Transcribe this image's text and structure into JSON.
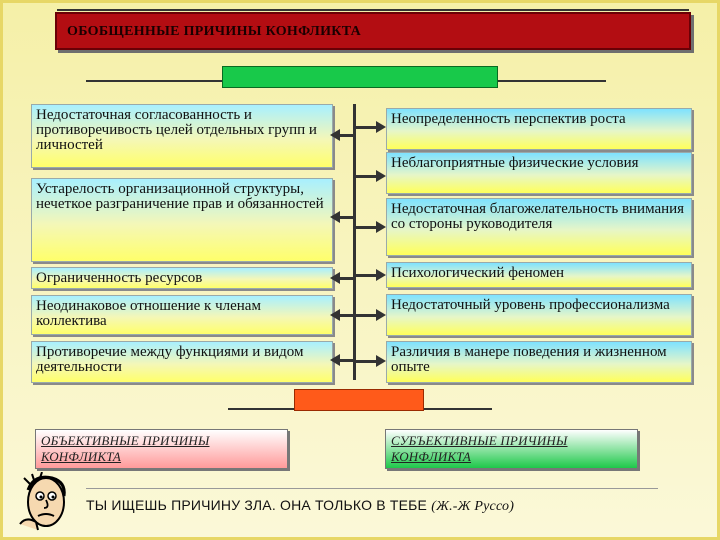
{
  "title": "ОБОБЩЕННЫЕ ПРИЧИНЫ КОНФЛИКТА",
  "left_boxes": [
    "Недостаточная согласованность и противоречивость целей отдельных групп и личностей",
    "Устарелость организационной структуры, нечеткое разграничение прав и обязанностей",
    "Ограниченность ресурсов",
    "Неодинаковое отношение к членам коллектива",
    "Противоречие между функциями и видом деятельности"
  ],
  "right_boxes": [
    "Неопределенность перспектив роста",
    "Неблагоприятные физические условия",
    "Недостаточная благожелательность внимания со стороны руководителя",
    "Психологический феномен",
    "Недостаточный уровень профессионализма",
    "Различия в манере поведения и жизненном опыте"
  ],
  "objective_label": "ОБЪЕКТИВНЫЕ ПРИЧИНЫ КОНФЛИКТА",
  "subjective_label": "СУБЪЕКТИВНЫЕ ПРИЧИНЫ КОНФЛИКТА",
  "quote": {
    "text": "ТЫ ИЩЕШЬ ПРИЧИНУ ЗЛА.  ОНА ТОЛЬКО В ТЕБЕ ",
    "author": "(Ж.-Ж Руссо)"
  },
  "icons": {
    "face": "thinking-face-icon"
  },
  "colors": {
    "title": "#b30d12",
    "green_cap": "#18c94a",
    "red_cap": "#ff5a1a"
  }
}
